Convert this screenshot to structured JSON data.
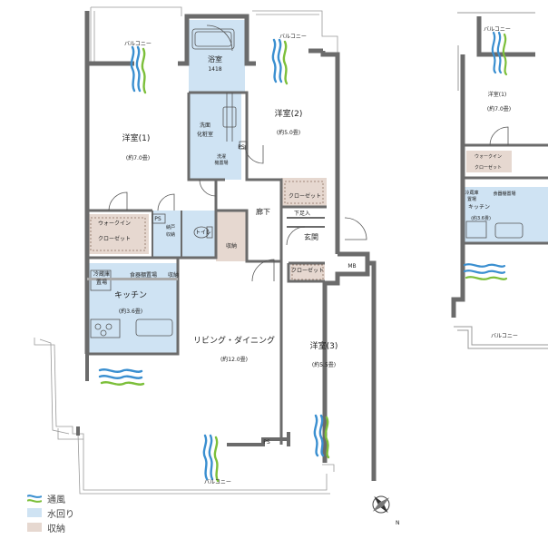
{
  "rooms": {
    "bath": "浴室",
    "bath_size": "1418",
    "washroom": "洗面\n化粧室",
    "western1": "洋室(1)",
    "western1_size": "(約7.0畳)",
    "western2": "洋室(2)",
    "western2_size": "(約5.0畳)",
    "western3": "洋室(3)",
    "western3_size": "(約5.5畳)",
    "kitchen": "キッチン",
    "kitchen_size": "(約3.6畳)",
    "ldk": "リビング・ダイニング",
    "ldk_size": "(約12.0畳)",
    "hall": "廊下",
    "entrance": "玄関",
    "toilet": "トイレ",
    "storage": "収納",
    "walkin": "ウォークイン",
    "walkin2": "クローゼット",
    "closet": "クローゼット",
    "closet2": "クローゼット",
    "shoes": "下足入",
    "pantry": "食器棚置場",
    "fridge": "冷蔵庫\n置場",
    "washer": "洗濯機\n置場",
    "ps": "PS",
    "mb": "MB",
    "balcony_top1": "バルコニー",
    "balcony_top2": "バルコニー",
    "balcony_bottom": "バルコニー",
    "storage_small": "収納",
    "storage_small2": "収納"
  },
  "side_plan": {
    "balcony_top": "バルコニー",
    "western1": "洋室(1)",
    "western1_size": "(約7.0畳)",
    "walkin": "ウォークイン",
    "walkin2": "クローゼット",
    "pantry": "食器棚置場",
    "fridge": "冷蔵庫\n置場",
    "kitchen": "キッチン",
    "kitchen_size": "(約3.6畳)",
    "balcony_bottom": "バルコニー"
  },
  "legend": [
    {
      "label": "通風",
      "color": "#3a8fd0"
    },
    {
      "label": "水回り",
      "color": "#cfe3f3"
    },
    {
      "label": "収納",
      "color": "#e6d8d0"
    }
  ],
  "colors": {
    "wall": "#6b6b6b",
    "water": "#cfe3f3",
    "storage": "#e6d8d0",
    "wind_blue": "#3a8fd0",
    "wind_green": "#7cbf3a"
  }
}
